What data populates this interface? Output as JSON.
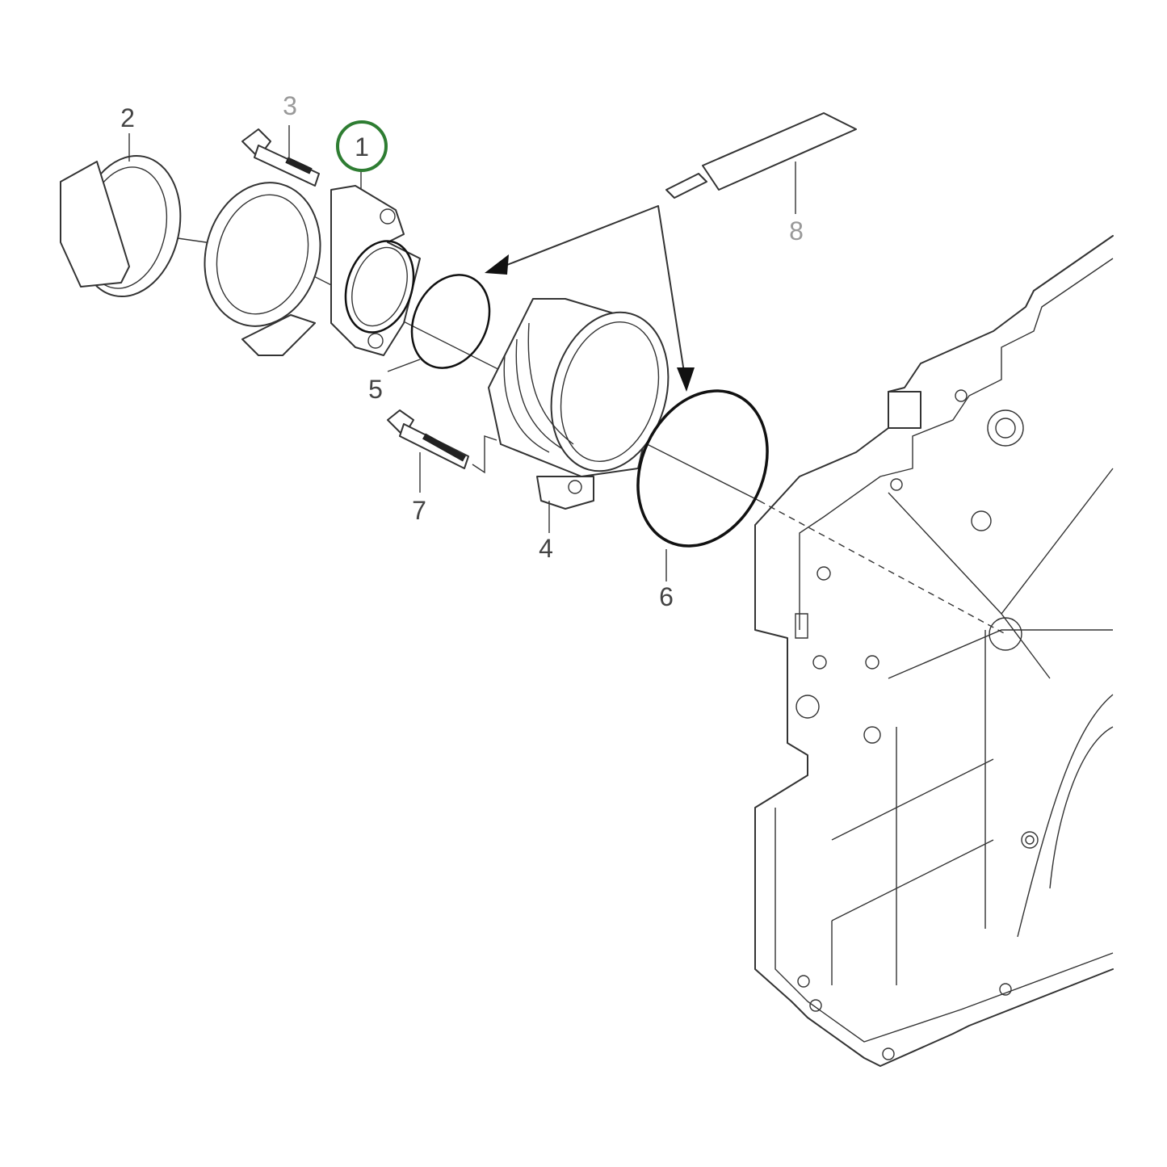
{
  "diagram": {
    "highlight_color": "#2e7d32",
    "callouts": [
      {
        "id": "1",
        "label": "1",
        "highlighted": true
      },
      {
        "id": "2",
        "label": "2"
      },
      {
        "id": "3",
        "label": "3",
        "muted": true
      },
      {
        "id": "4",
        "label": "4"
      },
      {
        "id": "5",
        "label": "5"
      },
      {
        "id": "6",
        "label": "6"
      },
      {
        "id": "7",
        "label": "7"
      },
      {
        "id": "8",
        "label": "8",
        "muted": true
      }
    ]
  }
}
